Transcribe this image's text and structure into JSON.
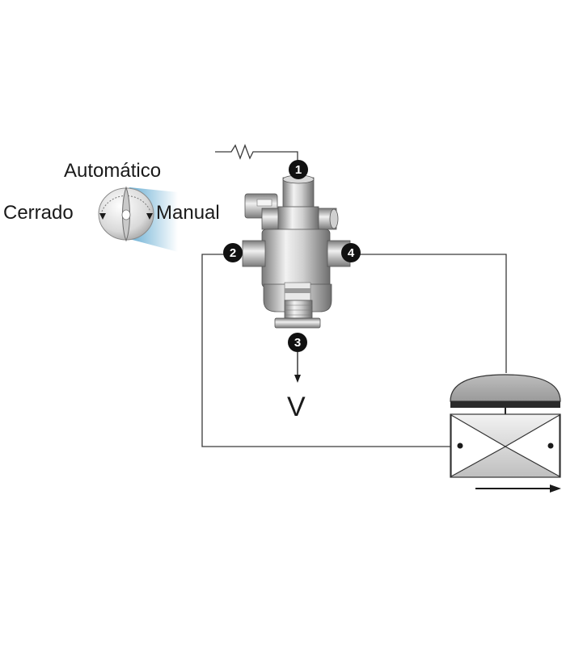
{
  "selector": {
    "automatic_label": "Automático",
    "closed_label": "Cerrado",
    "manual_label": "Manual"
  },
  "ports": [
    {
      "id": "port-1",
      "label": "1"
    },
    {
      "id": "port-2",
      "label": "2"
    },
    {
      "id": "port-3",
      "label": "3"
    },
    {
      "id": "port-4",
      "label": "4"
    }
  ],
  "vent": {
    "label": "V"
  },
  "colors": {
    "line": "#3a3a3a",
    "port_badge": "#111111",
    "metal_light": "#e6e6e6",
    "metal_dark": "#8c8c8c",
    "glow": "#5aa6cf"
  },
  "icons": {
    "selector": "rotary-selector-icon",
    "valve": "diaphragm-control-valve-icon",
    "sensor": "resistance-sensor-icon",
    "flow": "flow-direction-arrow-icon"
  }
}
